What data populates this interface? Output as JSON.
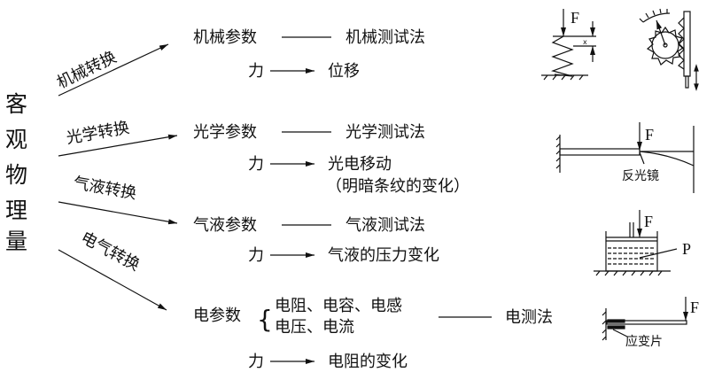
{
  "root": [
    "客",
    "观",
    "物",
    "理",
    "量"
  ],
  "branches": [
    {
      "label": "机械转换",
      "param": "机械参数",
      "method": "机械测试法",
      "force": "力",
      "effect": "位移"
    },
    {
      "label": "光学转换",
      "param": "光学参数",
      "method": "光学测试法",
      "force": "力",
      "effect": "光电移动",
      "effect2": "（明暗条纹的变化）"
    },
    {
      "label": "气液转换",
      "param": "气液参数",
      "method": "气液测试法",
      "force": "力",
      "effect": "气液的压力变化"
    },
    {
      "label": "电气转换",
      "param": "电参数",
      "param_items1": "电阻、电容、电感",
      "param_items2": "电压、电流",
      "brace": "{",
      "method": "电测法",
      "force": "力",
      "effect": "电阻的变化"
    }
  ],
  "figures": {
    "force_label": "F",
    "displacement_label": "x",
    "mirror_label": "反光镜",
    "pressure_label": "P",
    "strain_gauge_label": "应变片"
  }
}
